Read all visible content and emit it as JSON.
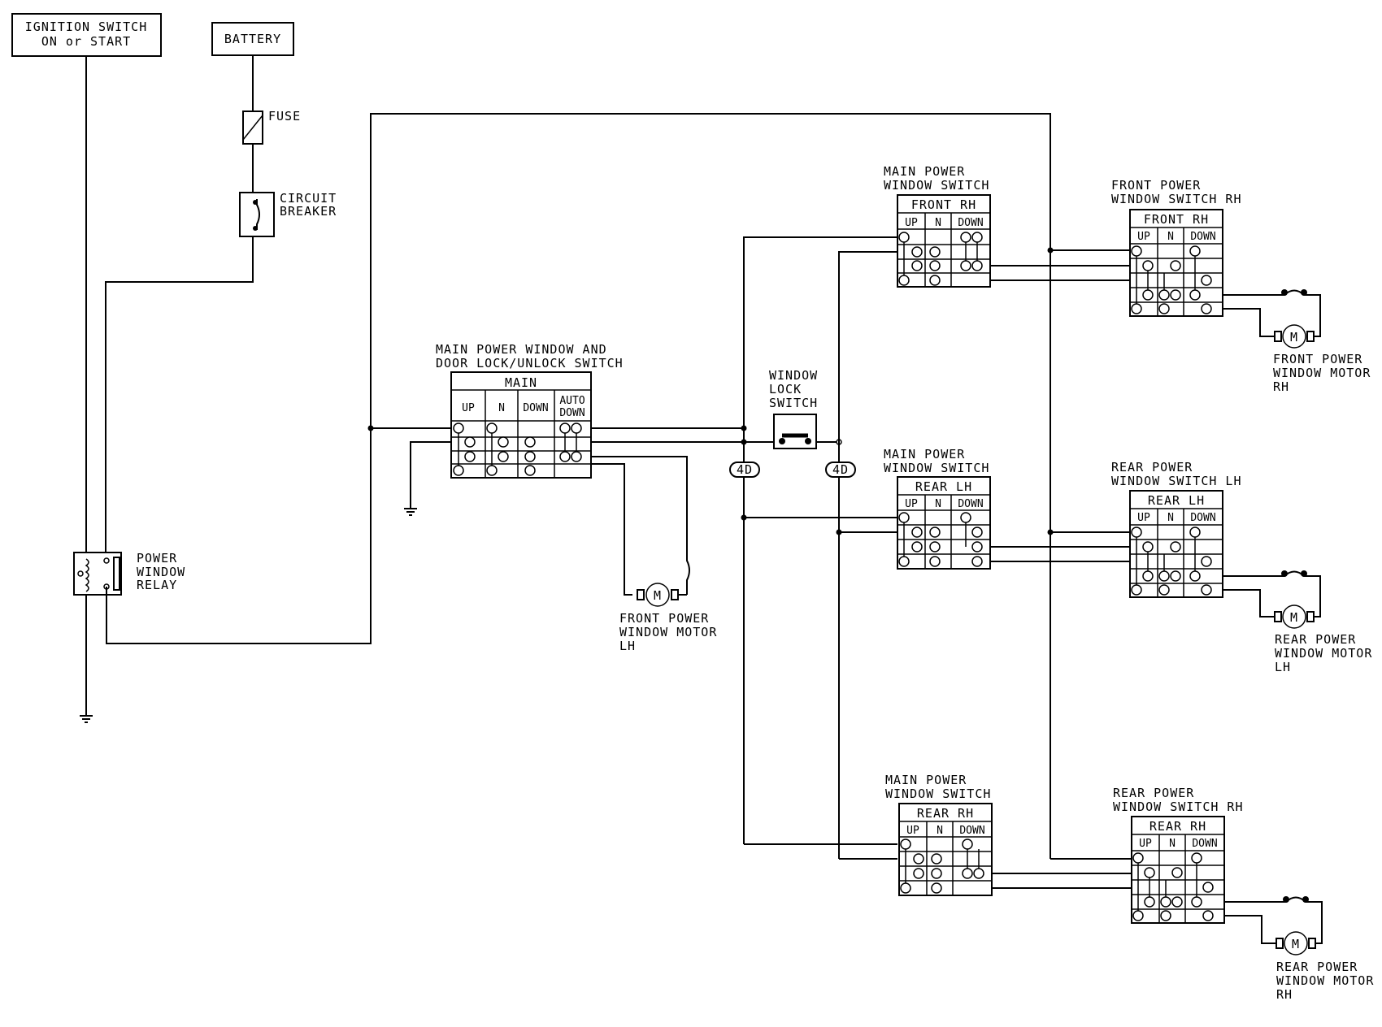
{
  "labels": {
    "ignition": [
      "IGNITION SWITCH",
      "ON or START"
    ],
    "battery": "BATTERY",
    "fuse": "FUSE",
    "circuit_breaker": [
      "CIRCUIT",
      "BREAKER"
    ],
    "relay": [
      "POWER",
      "WINDOW",
      "RELAY"
    ],
    "main_switch_title": [
      "MAIN POWER WINDOW AND",
      "DOOR LOCK/UNLOCK SWITCH"
    ],
    "main_switch_header": "MAIN",
    "main_switch_cols": [
      "UP",
      "N",
      "DOWN",
      "AUTO",
      "DOWN"
    ],
    "front_motor_lh": [
      "FRONT POWER",
      "WINDOW MOTOR",
      "LH"
    ],
    "window_lock": [
      "WINDOW",
      "LOCK",
      "SWITCH"
    ],
    "connector_4d": "4D",
    "mpws_title": [
      "MAIN POWER",
      "WINDOW SWITCH"
    ],
    "switch_cols": [
      "UP",
      "N",
      "DOWN"
    ],
    "mpws_front_rh": "FRONT RH",
    "mpws_rear_lh": "REAR LH",
    "mpws_rear_rh": "REAR RH",
    "front_rh_switch_title": [
      "FRONT POWER",
      "WINDOW SWITCH RH"
    ],
    "front_rh_switch_header": "FRONT RH",
    "rear_lh_switch_title": [
      "REAR POWER",
      "WINDOW SWITCH LH"
    ],
    "rear_lh_switch_header": "REAR LH",
    "rear_rh_switch_title": [
      "REAR POWER",
      "WINDOW SWITCH RH"
    ],
    "rear_rh_switch_header": "REAR RH",
    "front_motor_rh": [
      "FRONT POWER",
      "WINDOW MOTOR",
      "RH"
    ],
    "rear_motor_lh": [
      "REAR POWER",
      "WINDOW MOTOR",
      "LH"
    ],
    "rear_motor_rh": [
      "REAR POWER",
      "WINDOW MOTOR",
      "RH"
    ],
    "motor_symbol": "M"
  }
}
